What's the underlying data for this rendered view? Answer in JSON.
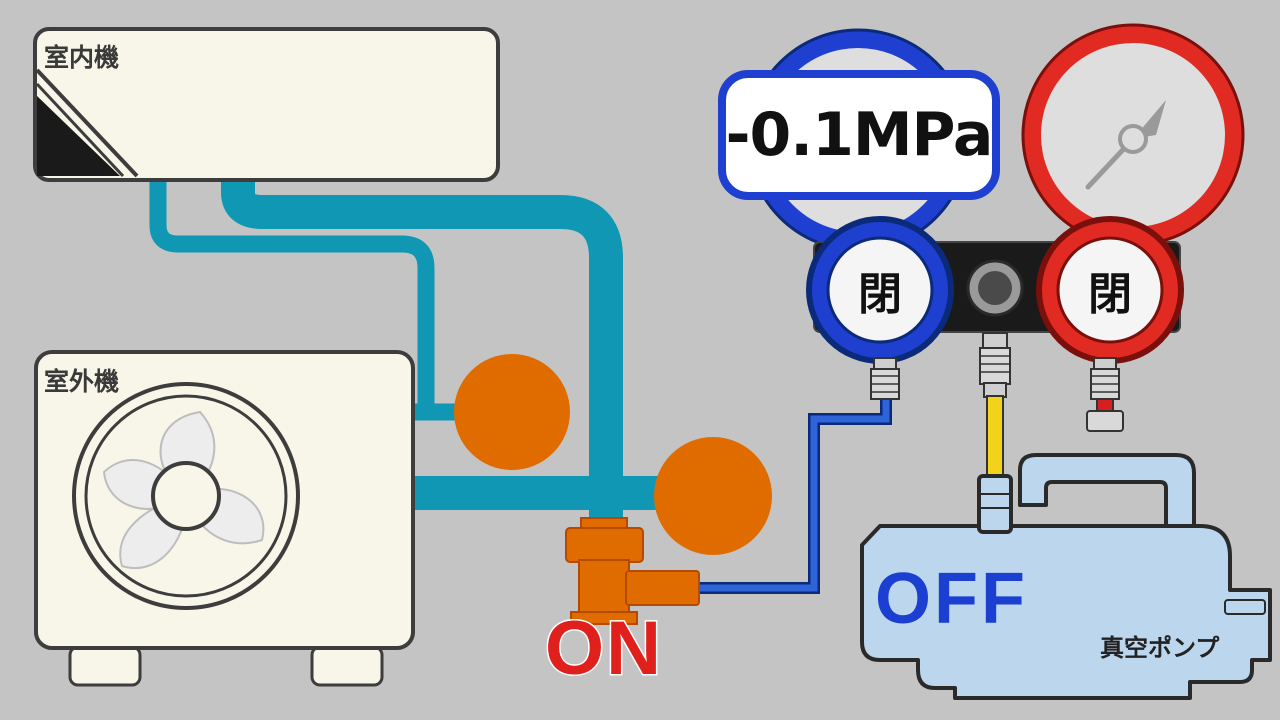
{
  "indoor_unit": {
    "label": "室内機"
  },
  "outdoor_unit": {
    "label": "室外機"
  },
  "gauge_manifold": {
    "low_gauge_reading": "-0.1MPa",
    "low_valve_label": "閉",
    "high_valve_label": "閉"
  },
  "service_valve": {
    "state_label": "ON"
  },
  "vacuum_pump": {
    "state_label": "OFF",
    "label": "真空ポンプ"
  },
  "colors": {
    "background": "#c4c4c4",
    "piping": "#0f97b3",
    "valve_knob": "#e06c00",
    "low_side": "#1e3fcf",
    "high_side": "#e02a22",
    "charge_hose": "#f2d21a",
    "pump_body": "#bcd6ee"
  }
}
